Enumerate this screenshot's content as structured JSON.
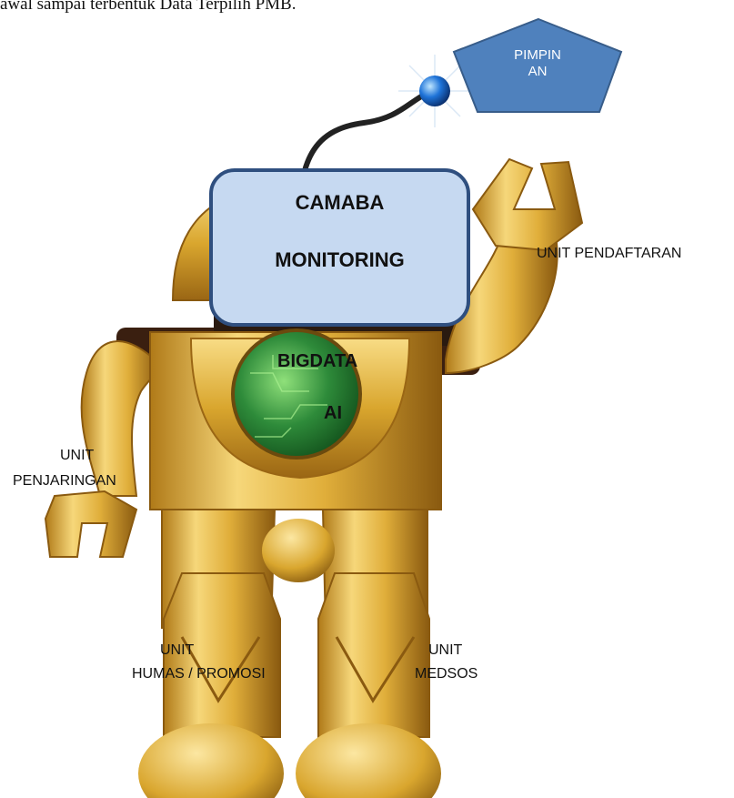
{
  "caption": "awal sampai terbentuk Data Terpilih PMB.",
  "pentagon": {
    "line1": "PIMPIN",
    "line2": "AN"
  },
  "head_box": {
    "line1": "CAMABA",
    "line2": "MONITORING"
  },
  "chest": {
    "line1": "BIGDATA",
    "line2": "AI"
  },
  "labels": {
    "right_arm": "UNIT PENDAFTARAN",
    "left_arm_1": "UNIT",
    "left_arm_2": "PENJARINGAN",
    "left_leg_1": "UNIT",
    "left_leg_2": "HUMAS / PROMOSI",
    "right_leg_1": "UNIT",
    "right_leg_2": "MEDSOS"
  },
  "colors": {
    "pentagon_fill": "#4F81BD",
    "pentagon_stroke": "#385D8A",
    "head_box_fill": "#C6D9F1",
    "head_box_stroke": "#2F4F7F",
    "gold_light": "#F6D77A",
    "gold_mid": "#D9A62E",
    "gold_dark": "#8A5A10",
    "globe_green": "#2E8B3A"
  }
}
